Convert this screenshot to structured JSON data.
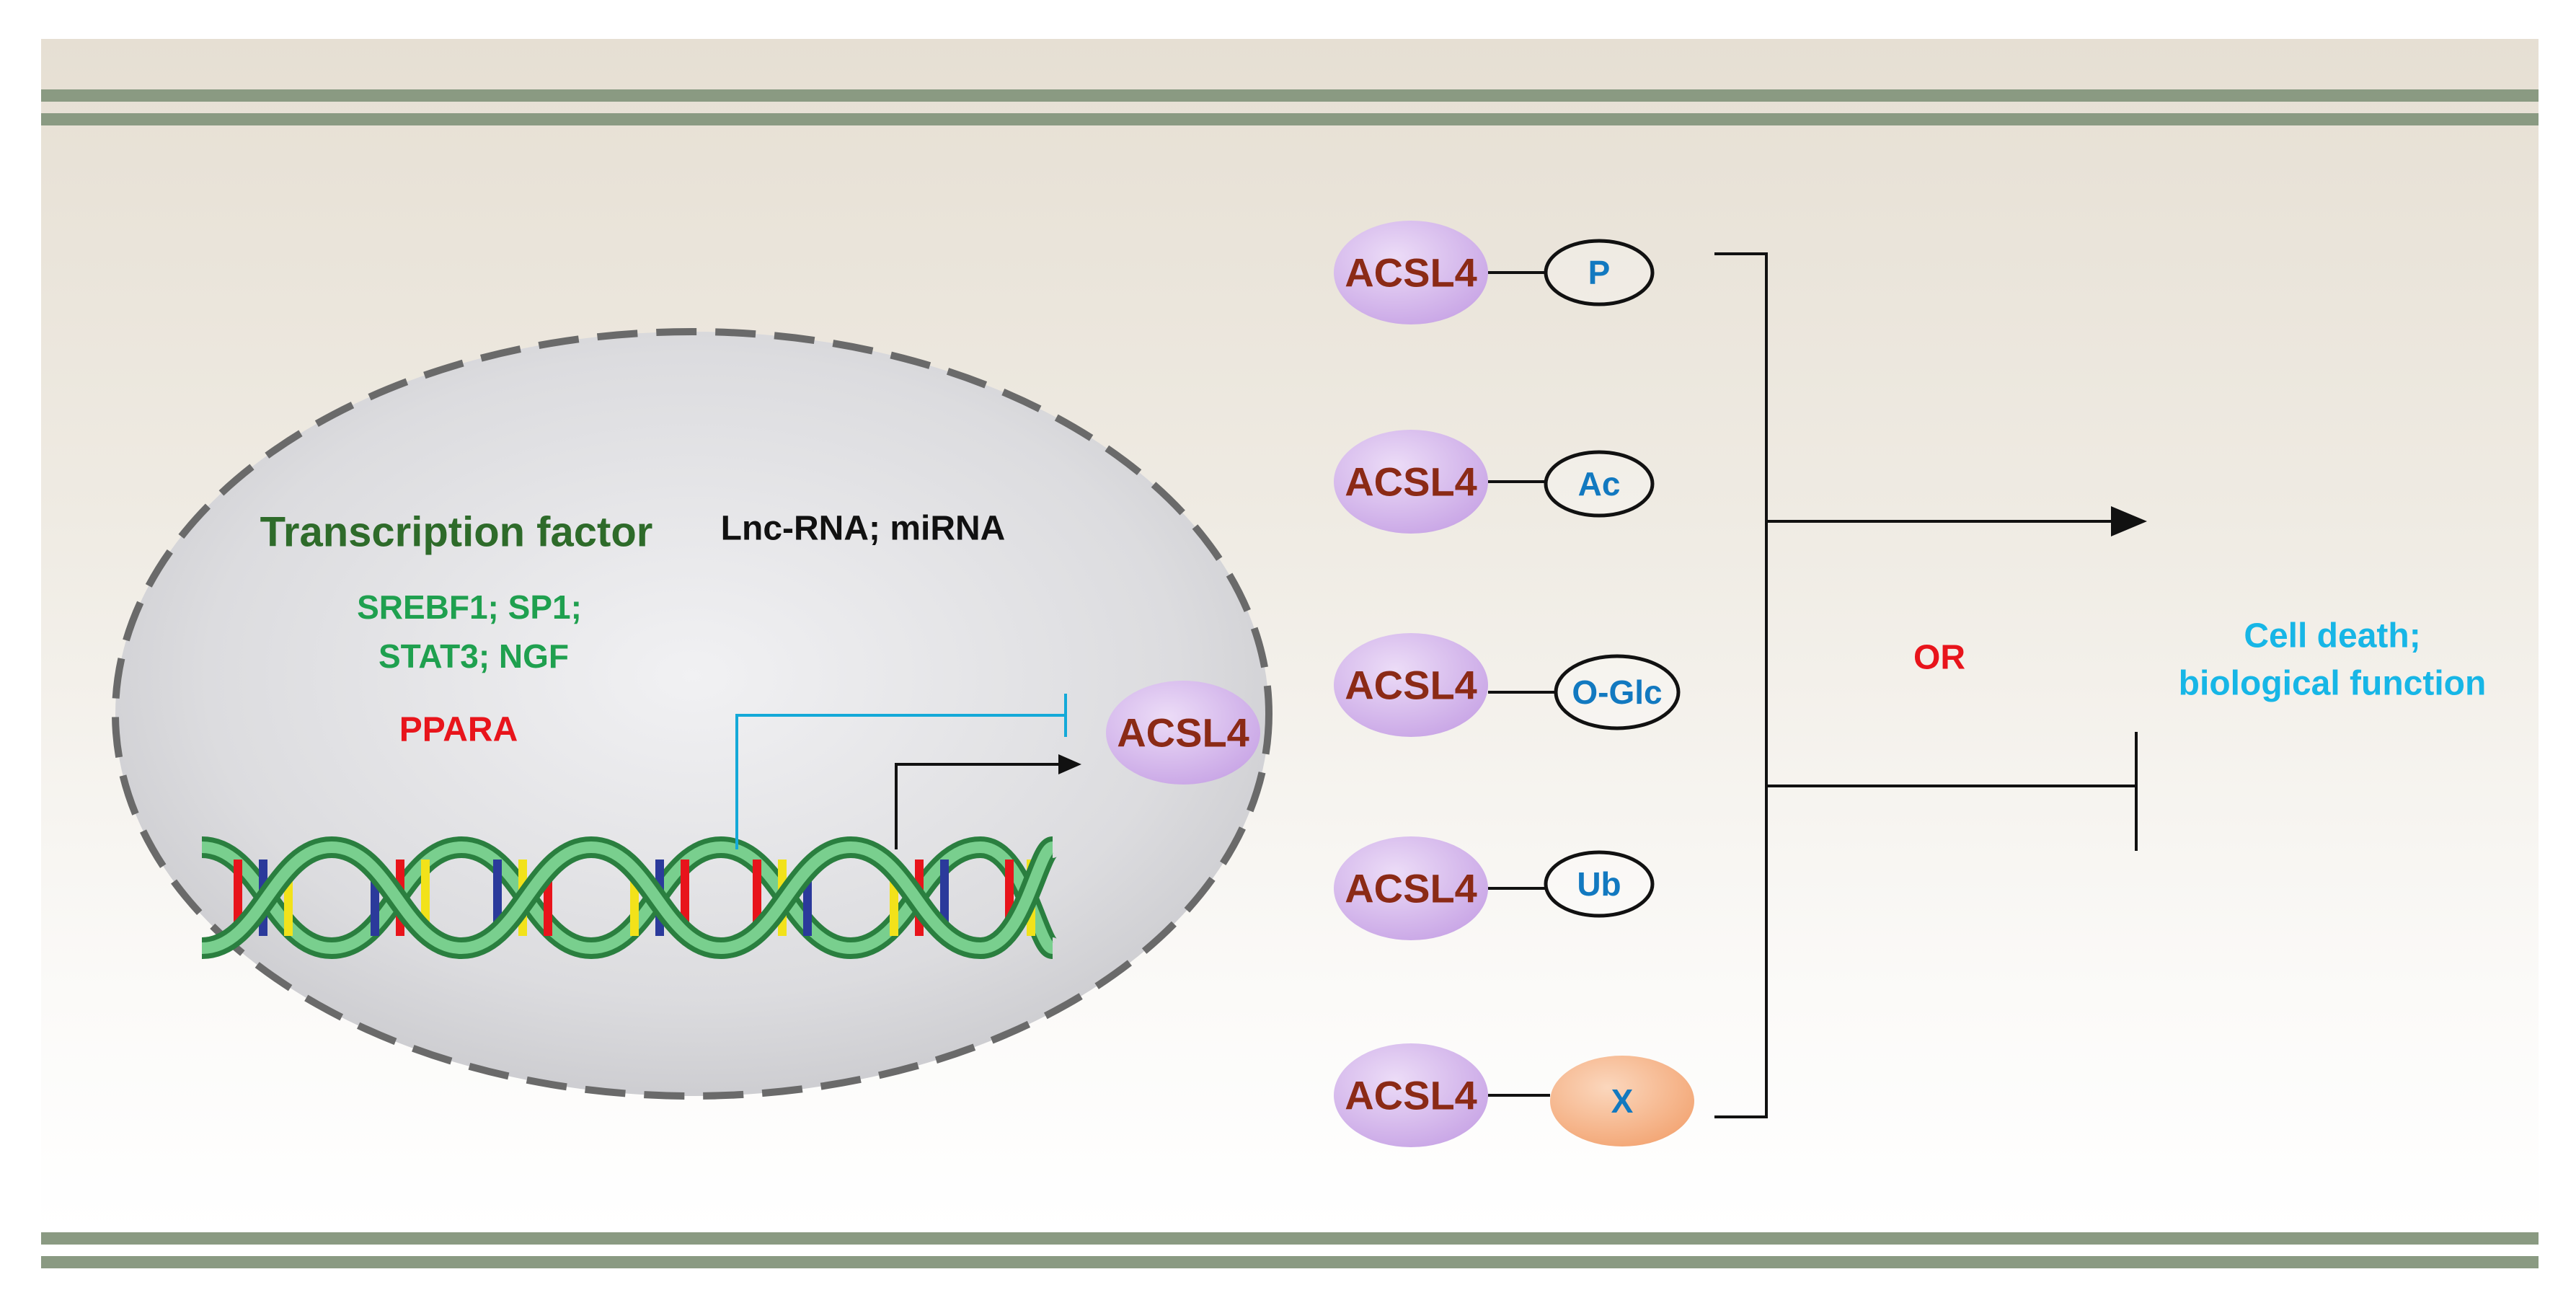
{
  "nucleus": {
    "transcription_factor": "Transcription factor",
    "noncoding": "Lnc-RNA; miRNA",
    "tf_list_line1": "SREBF1; SP1;",
    "tf_list_line2": "STAT3; NGF",
    "ppara": "PPARA",
    "product": "ACSL4"
  },
  "modifications": [
    {
      "protein": "ACSL4",
      "mod": "P"
    },
    {
      "protein": "ACSL4",
      "mod": "Ac"
    },
    {
      "protein": "ACSL4",
      "mod": "O-Glc"
    },
    {
      "protein": "ACSL4",
      "mod": "Ub"
    },
    {
      "protein": "ACSL4",
      "mod": "X"
    }
  ],
  "or_label": "OR",
  "outcome": {
    "line1": "Cell death;",
    "line2": "biological function"
  },
  "colors": {
    "tf_green": "#2e6b2a",
    "tf_list_green": "#1fa04f",
    "ppara_red": "#e8141b",
    "acsl4_text": "#8b2a16",
    "acsl4_fill": "#d6b8ec",
    "mod_text": "#1279c0",
    "or_red": "#e8141b",
    "outcome_cyan": "#17b6e6",
    "inhibit_cyan": "#14a9d8",
    "x_fill": "#f6b88f"
  }
}
